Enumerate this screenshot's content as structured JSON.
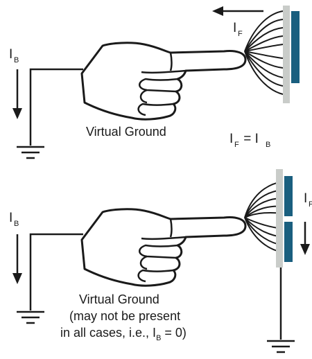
{
  "top": {
    "current_label": "I",
    "current_subscript": "B",
    "fiber_current_label": "I",
    "fiber_current_subscript": "F",
    "caption": "Virtual Ground",
    "equation_left": "I",
    "equation_left_sub": "F",
    "equation_mid": " = I",
    "equation_right_sub": "B"
  },
  "bottom": {
    "current_label": "I",
    "current_subscript": "B",
    "fiber_current_label": "I",
    "fiber_current_subscript": "F",
    "caption_line1": "Virtual Ground",
    "caption_line2": "(may not be present",
    "caption_line3_pre": "in all cases, i.e., I",
    "caption_line3_sub": "B",
    "caption_line3_post": " = 0)"
  },
  "colors": {
    "line": "#1a1a1a",
    "plate_grey": "#c9ccc9",
    "electrode_blue": "#1a5f7f"
  },
  "icons": [
    "hand-icon",
    "ground-icon",
    "arrow-icon",
    "fiber-bundle-icon"
  ]
}
